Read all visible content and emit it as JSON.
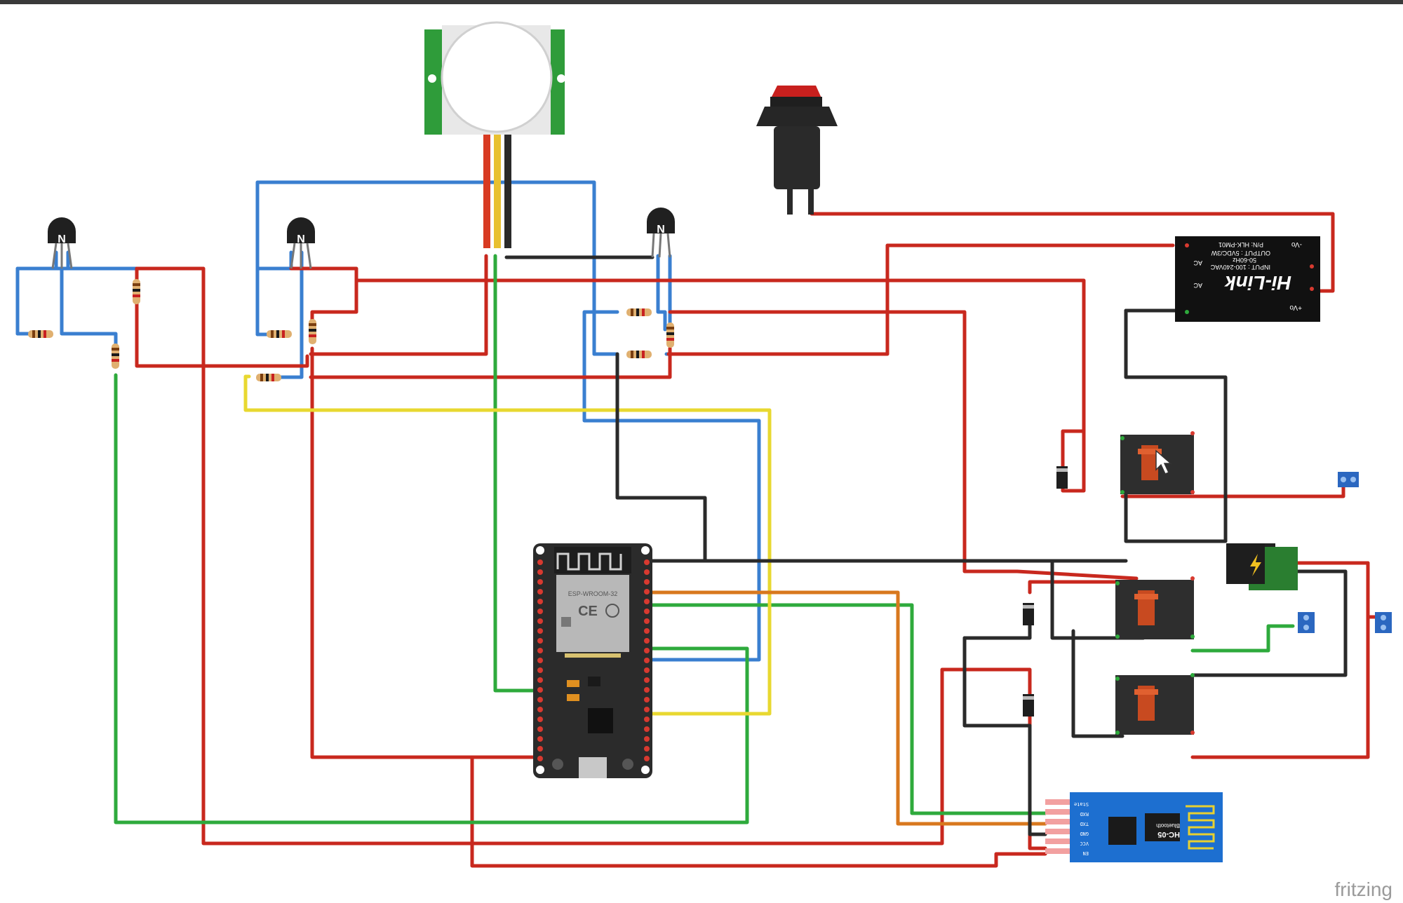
{
  "app": {
    "watermark": "fritzing"
  },
  "components": {
    "transistor_label": "N",
    "esp32": {
      "module_label": "ESP-WROOM-32",
      "ce_mark": "CE"
    },
    "hi_link": {
      "logo": "Hi-Link",
      "pin_vo_plus": "+Vo",
      "pin_vo_minus": "-Vo",
      "pin_ac1": "AC",
      "pin_ac2": "AC",
      "line_pn": "P/N: HLK-PM01",
      "line_output": "OUTPUT : 5VDC/3W",
      "line_freq": "50-60Hz",
      "line_input": "INPUT : 100-240VAC"
    },
    "hc05": {
      "label": "HC-05",
      "sub": "Bluetooth",
      "pins": [
        "State",
        "RXD",
        "TXD",
        "GND",
        "VCC",
        "EN"
      ]
    }
  },
  "colors": {
    "wire_red": "#c8281e",
    "wire_blue": "#3a7fd0",
    "wire_green": "#2eaa3c",
    "wire_yellow": "#e8d830",
    "wire_black": "#2a2a2a",
    "wire_orange": "#d8781e",
    "board_dark": "#2b2b2b",
    "pir_green": "#2f9c3a",
    "hc05_blue": "#1d6fd0"
  }
}
